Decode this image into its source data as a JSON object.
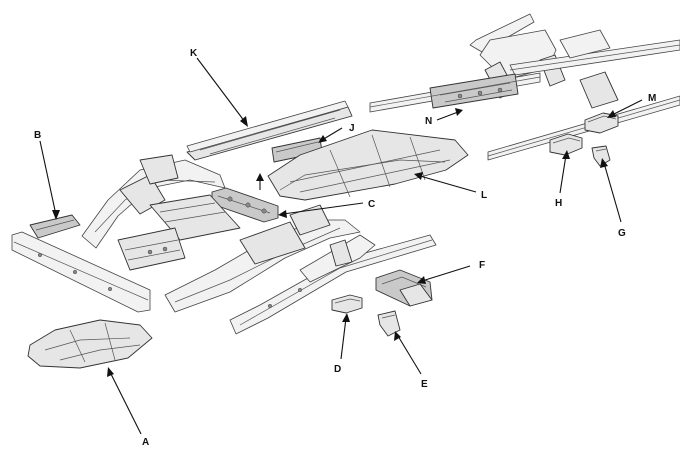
{
  "callouts": {
    "A": "A",
    "B": "B",
    "C": "C",
    "D": "D",
    "E": "E",
    "F": "F",
    "G": "G",
    "H": "H",
    "J": "J",
    "K": "K",
    "L": "L",
    "M": "M",
    "N": "N"
  }
}
